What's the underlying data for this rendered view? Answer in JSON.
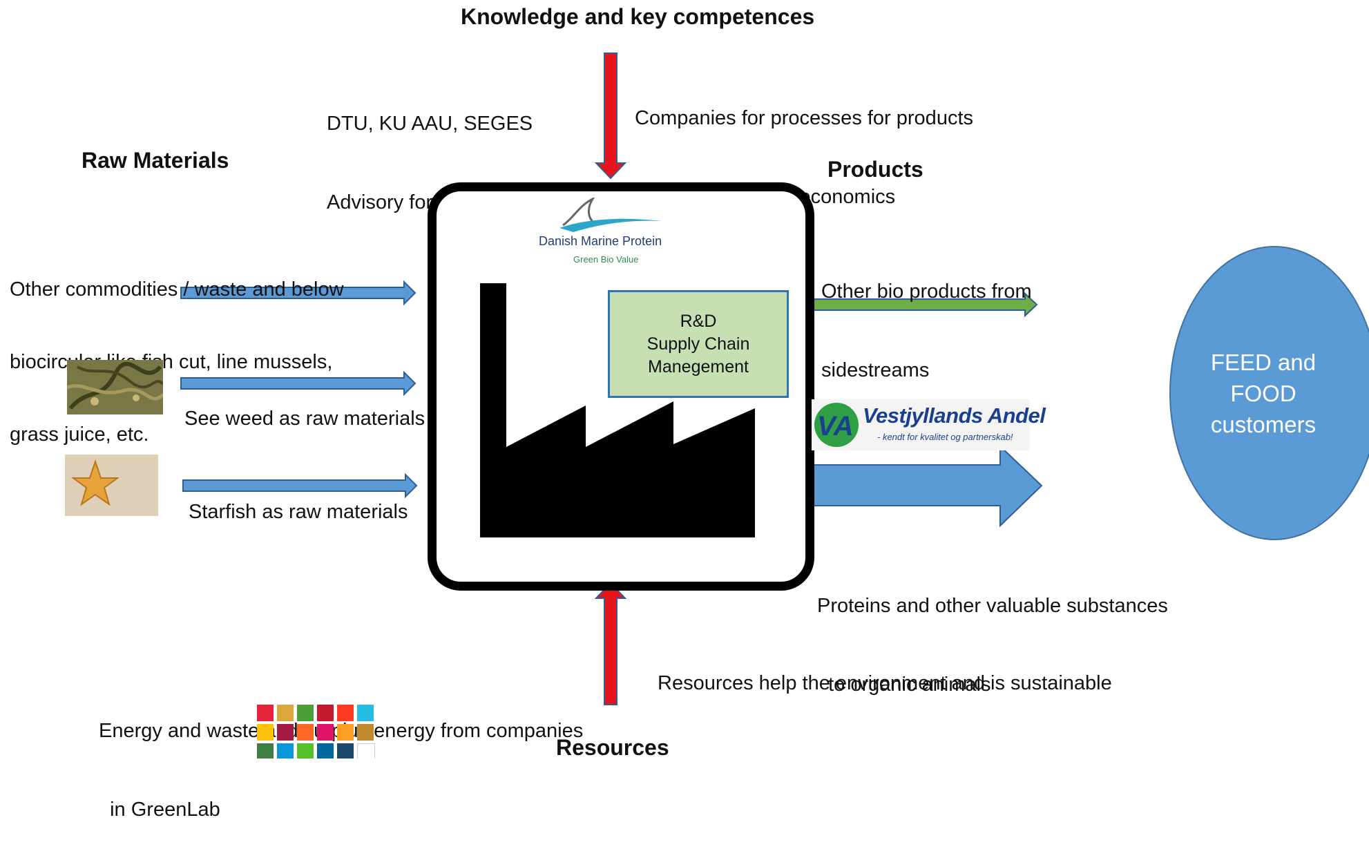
{
  "headers": {
    "knowledge": "Knowledge and key competences",
    "raw_materials": "Raw Materials",
    "products": "Products",
    "resources": "Resources"
  },
  "knowledge": {
    "left_lines": [
      "DTU, KU AAU, SEGES",
      "Advisory for food and feed"
    ],
    "right_lines": [
      "Companies for processes for products",
      "  within circular bioeconomics"
    ]
  },
  "raw": {
    "commodities_lines": [
      "Other commodities / waste and below",
      "biocircular like fish cut, line mussels,",
      "grass juice, etc."
    ],
    "seaweed_label": "See weed as raw materials",
    "starfish_label": "Starfish as raw materials"
  },
  "factory": {
    "logo_name": "Danish Marine Protein",
    "logo_tagline": "Green Bio Value",
    "rd_lines": [
      "R&D",
      "Supply Chain",
      "Manegement"
    ]
  },
  "products": {
    "bio_lines": [
      "Other bio products from",
      "sidestreams"
    ],
    "protein_lines": [
      "Proteins and other valuable substances",
      "  to organic animals"
    ],
    "partner_logo_name": "Vestjyllands Andel",
    "partner_logo_tagline": "- kendt for kvalitet og partnerskab!"
  },
  "customers": {
    "lines": [
      "FEED and",
      "FOOD",
      "customers"
    ]
  },
  "resources": {
    "energy_lines": [
      "Energy and waste and surplus energy from companies",
      "  in GreenLab"
    ],
    "environment": "Resources help the environment and is sustainable"
  },
  "colors": {
    "blue_arrow": "#5b9bd5",
    "blue_arrow_edge": "#2e5f94",
    "red_arrow": "#e8141c",
    "red_arrow_edge": "#2e5f94",
    "green_arrow": "#70ad47",
    "ellipse": "#5b9bd5",
    "rd_box": "#c6e0b4"
  },
  "icons": [
    "shark-fin-wave-logo",
    "factory-icon",
    "va-logo",
    "seaweed-photo",
    "starfish-photo",
    "sdg-goals-grid"
  ]
}
